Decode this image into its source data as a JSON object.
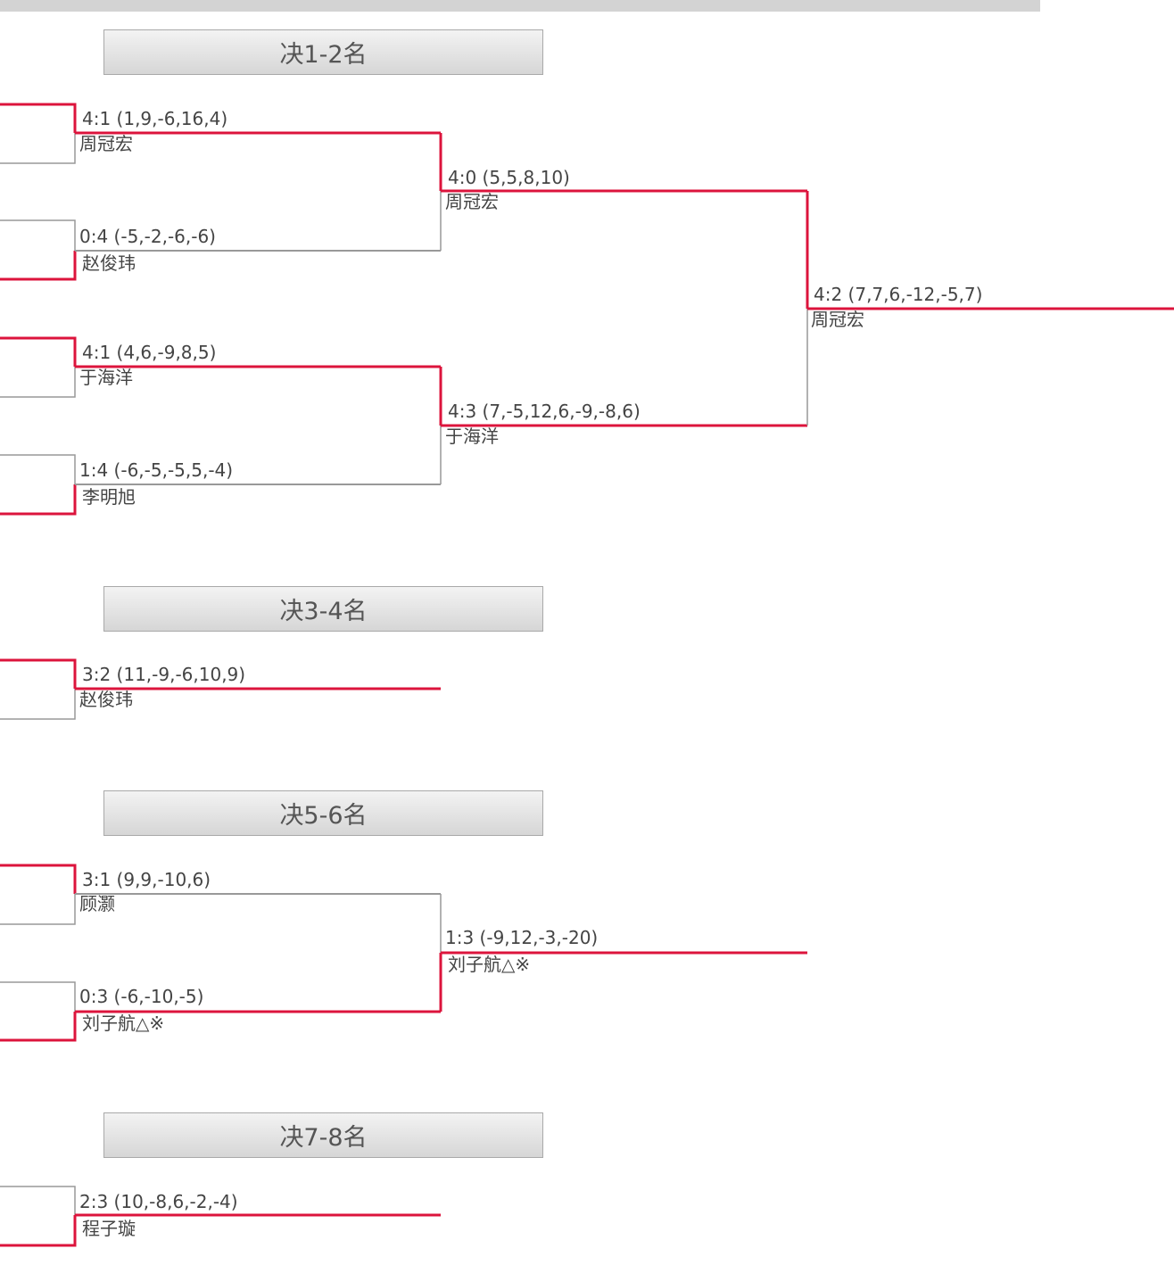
{
  "colors": {
    "win_line": "#dc143c",
    "loss_line": "#999999",
    "header_bg": "#dcdcdc"
  },
  "sections": [
    {
      "title": "决1-2名"
    },
    {
      "title": "决3-4名"
    },
    {
      "title": "决5-6名"
    },
    {
      "title": "决7-8名"
    }
  ],
  "matches": [
    {
      "score": "4:1 (1,9,-6,16,4)",
      "winner": "周冠宏"
    },
    {
      "score": "0:4 (-5,-2,-6,-6)",
      "winner": "赵俊玮"
    },
    {
      "score": "4:1 (4,6,-9,8,5)",
      "winner": "于海洋"
    },
    {
      "score": "1:4 (-6,-5,-5,5,-4)",
      "winner": "李明旭"
    },
    {
      "score": "4:0 (5,5,8,10)",
      "winner": "周冠宏"
    },
    {
      "score": "4:3 (7,-5,12,6,-9,-8,6)",
      "winner": "于海洋"
    },
    {
      "score": "4:2 (7,7,6,-12,-5,7)",
      "winner": "周冠宏"
    },
    {
      "score": "3:2 (11,-9,-6,10,9)",
      "winner": "赵俊玮"
    },
    {
      "score": "3:1 (9,9,-10,6)",
      "winner": "顾灏"
    },
    {
      "score": "0:3 (-6,-10,-5)",
      "winner": "刘子航△※"
    },
    {
      "score": "1:3 (-9,12,-3,-20)",
      "winner": "刘子航△※"
    },
    {
      "score": "2:3 (10,-8,6,-2,-4)",
      "winner": "程子璇"
    }
  ]
}
